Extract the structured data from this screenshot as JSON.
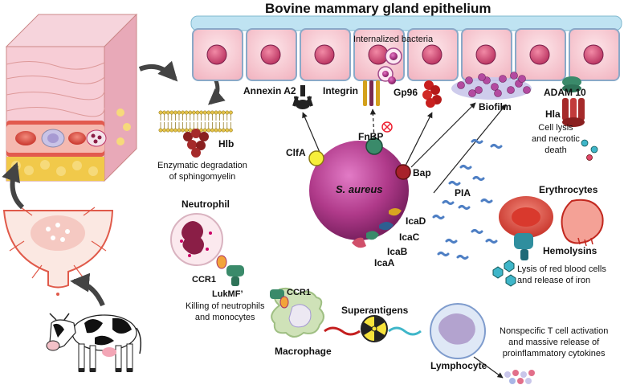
{
  "title": "Bovine mammary gland epithelium",
  "receptors": {
    "annexin": "Annexin A2",
    "integrin": "Integrin",
    "internalized": "Internalized bacteria",
    "gp96": "Gp96",
    "biofilm": "Biofilm",
    "adam10": "ADAM 10"
  },
  "hla": {
    "name": "Hla",
    "effect": "Cell lysis\nand necrotic\ndeath"
  },
  "hlb": {
    "name": "Hlb",
    "effect": "Enzymatic degradation\nof sphingomyelin"
  },
  "bacterium": {
    "name": "S. aureus",
    "clfa": "ClfA",
    "fnbp": "FnBP",
    "bap": "Bap",
    "pia": "PIA",
    "icaD": "IcaD",
    "icaC": "IcaC",
    "icaB": "IcaB",
    "icaA": "IcaA"
  },
  "neutrophil": {
    "title": "Neutrophil",
    "receptor": "CCR1",
    "toxin": "LukMF’",
    "effect": "Killing of neutrophils\nand monocytes"
  },
  "erythrocytes": {
    "title": "Erythrocytes",
    "toxin": "Hemolysins",
    "effect": "Lysis of red blood cells\nand release of iron"
  },
  "macrophage": {
    "name": "Macrophage",
    "receptor": "CCR1"
  },
  "superantigens": {
    "name": "Superantigens"
  },
  "lymphocyte": {
    "name": "Lymphocyte",
    "effect": "Nonspecific T cell activation\nand massive release of\nproinflammatory cytokines"
  },
  "colors": {
    "bacterium": "#b03a8a",
    "cell_fill": "#f7c9d2",
    "nucleus": "#d8457a",
    "membrane_top": "#bfe3f2",
    "erythrocyte": "#e0483a",
    "receptor_green": "#3a8a6a",
    "receptor_teal": "#2f8e9e",
    "fat": "#f1c94a"
  }
}
